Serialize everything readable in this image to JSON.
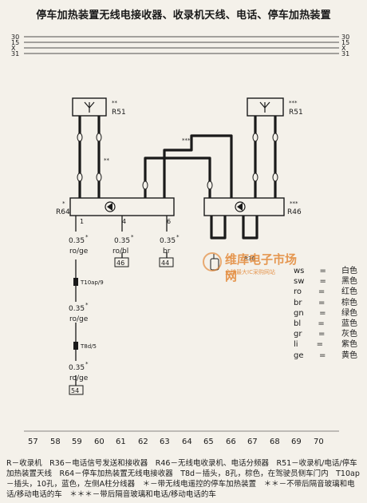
{
  "title": "停车加热装置无线电接收器、收录机天线、电话、停车加热装置",
  "rails": {
    "top": "30",
    "r15": "15",
    "x": "X",
    "r31": "31"
  },
  "components": {
    "r51_left": {
      "label": "R51",
      "stars": "**"
    },
    "r51_right": {
      "label": "R51",
      "stars": "***"
    },
    "r64": {
      "label": "R64",
      "stars": "*"
    },
    "r46": {
      "label": "R46",
      "stars": "***"
    },
    "r36": {
      "label": "R36"
    }
  },
  "wire_marks": {
    "left_antenna": "**",
    "crossover": "***"
  },
  "pins": {
    "p1": "1",
    "p4": "4",
    "p6": "6"
  },
  "wires": [
    {
      "gauge": "0.35",
      "star": "*",
      "color": "ro/ge"
    },
    {
      "gauge": "0.35",
      "star": "*",
      "color": "ro/bl"
    },
    {
      "gauge": "0.35",
      "star": "*",
      "color": "br"
    },
    {
      "gauge": "0.35",
      "star": "*",
      "color": "ro/ge"
    },
    {
      "gauge": "0.35",
      "star": "*",
      "color": "ro/ge"
    }
  ],
  "refs": {
    "r46": "46",
    "r44": "44",
    "r54": "54"
  },
  "connectors": {
    "t10": "T10ap/9",
    "t8": "T8d/5"
  },
  "legend": [
    {
      "code": "ws",
      "name": "白色"
    },
    {
      "code": "sw",
      "name": "黑色"
    },
    {
      "code": "ro",
      "name": "红色"
    },
    {
      "code": "br",
      "name": "棕色"
    },
    {
      "code": "gn",
      "name": "绿色"
    },
    {
      "code": "bl",
      "name": "蓝色"
    },
    {
      "code": "gr",
      "name": "灰色"
    },
    {
      "code": "li",
      "name": "紫色"
    },
    {
      "code": "ge",
      "name": "黄色"
    }
  ],
  "grid_numbers": [
    "57",
    "58",
    "59",
    "60",
    "61",
    "62",
    "63",
    "64",
    "65",
    "66",
    "67",
    "68",
    "69",
    "70"
  ],
  "watermark": {
    "main": "维库电子市场网",
    "sub": "全球最大IC采购网站"
  },
  "footer": "R－收录机　R36－电话信号发送和接收器　R46－无线电收录机、电话分频器　R51－收录机/电话/停车加热装置天线　R64－停车加热装置无线电接收器　T8d－插头，8孔，棕色，在驾驶员侧车门内　T10ap－插头，10孔，蓝色，左侧A柱分线器　＊－带无线电遥控的停车加热装置　＊＊－不带后隔音玻璃和电话/移动电话的车　＊＊＊－带后隔音玻璃和电话/移动电话的车"
}
